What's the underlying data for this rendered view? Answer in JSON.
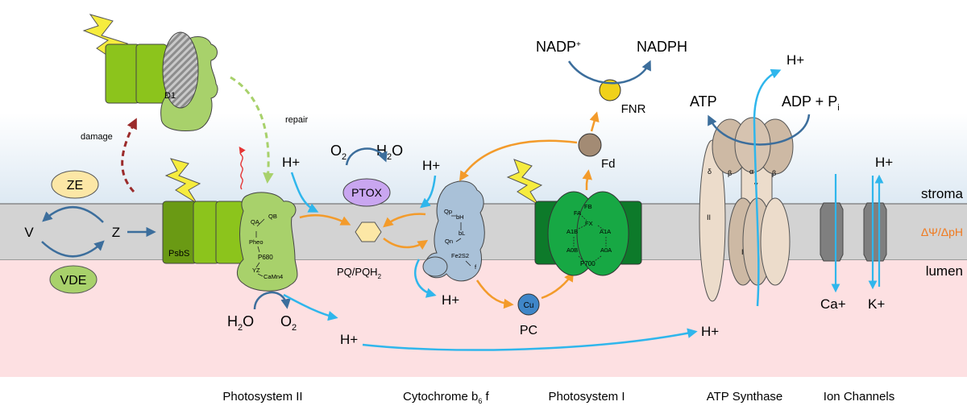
{
  "colors": {
    "membrane": "#d3d3d3",
    "stroma_top": "#ffffff",
    "stroma_band": "#e3edf5",
    "lumen": "#fde0e2",
    "psII_green": "#a8d16b",
    "lightgreen": "#8cc41c",
    "darkgreen": "#0d7a2a",
    "psI_green": "#17a844",
    "blue_arrow": "#2fb6ec",
    "orange_arrow": "#f39b2b",
    "steel_arrow": "#3c6e9c",
    "cyt_blue": "#a9c1d8",
    "atp_tan": "#cdb9a4",
    "atp_light": "#ecdccb",
    "channel_gray": "#7f7f7f",
    "dpsi_orange": "#f07a1f",
    "damage_red": "#9b2b2b",
    "lightning": "#f6ec3e"
  },
  "zones": {
    "stroma": "stroma",
    "lumen": "lumen",
    "gradient": "ΔΨ/ΔpH"
  },
  "xanthophyll": {
    "ze": "ZE",
    "vde": "VDE",
    "v": "V",
    "z": "Z"
  },
  "psII": {
    "repair_label": "repair",
    "damage_label": "damage",
    "d1": "D1",
    "psbs": "PsbS",
    "qa": "QA",
    "qb": "QB",
    "pheo": "Pheo",
    "p680": "P680",
    "yz": "YZ",
    "camn": "CaMn4",
    "h_plus": "H+",
    "h2o_left": "H",
    "h2o_sub": "2",
    "h2o_right": "O",
    "o2_left": "O",
    "o2_sub": "2"
  },
  "ptox": {
    "label": "PTOX",
    "o2": "O",
    "o2_sub": "2",
    "h2o": "H",
    "h2o_sub": "2",
    "h2o_o": "O"
  },
  "pq": {
    "label": "PQ/PQH",
    "label_sub": "2"
  },
  "cyt": {
    "h_top": "H+",
    "h_bottom": "H+",
    "qp": "Qp",
    "bh": "bH",
    "bl": "bL",
    "qn": "Qn",
    "fe2s2": "Fe2S2",
    "f": "f"
  },
  "pc": {
    "cu": "Cu",
    "label": "PC"
  },
  "psI": {
    "fb": "FB",
    "fa": "FA",
    "fx": "FX",
    "a1b": "A1B",
    "a1a": "A1A",
    "a0b": "A0B",
    "a0a": "A0A",
    "p700": "P700"
  },
  "fd": {
    "label": "Fd"
  },
  "fnr": {
    "label": "FNR",
    "nadp": "NADP",
    "nadp_sup": "+",
    "nadph": "NADPH"
  },
  "atp": {
    "atp": "ATP",
    "adp": "ADP + P",
    "adp_sub": "i",
    "h_top": "H+",
    "h_lumen": "H+",
    "delta": "δ",
    "beta1": "β",
    "alpha": "α",
    "beta2": "β",
    "gamma": "γ",
    "ii": "II",
    "i": "I"
  },
  "lumen_h": "H+",
  "channels": {
    "h": "H+",
    "ca": "Ca+",
    "k": "K+"
  },
  "captions": {
    "psII": "Photosystem II",
    "cyt": "Cytochrome b",
    "cyt_sub": "6",
    "cyt_f": " f",
    "psI": "Photosystem I",
    "atp": "ATP Synthase",
    "ion": "Ion Channels"
  }
}
